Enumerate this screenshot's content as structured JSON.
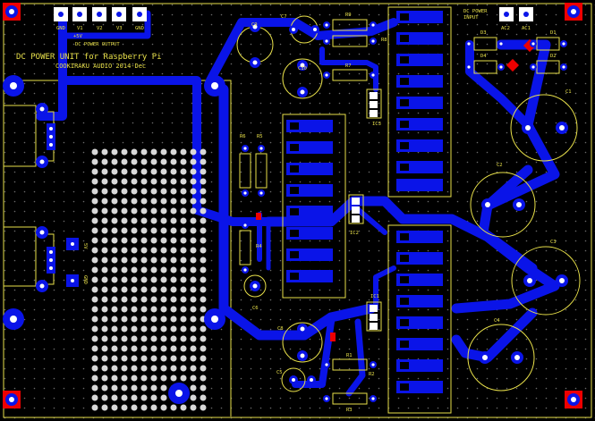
{
  "board": {
    "title": "DC POWER UNIT for Raspberry Pi",
    "subtitle": "COOKIRAKU AUDIO 2014-Dec"
  },
  "output": {
    "label": "DC POWER OUTPUT",
    "pins": [
      "GND",
      "V1",
      "V2",
      "V3",
      "GND"
    ],
    "voltage_label": "+5V"
  },
  "input": {
    "label_line1": "DC POWER",
    "label_line2": "INPUT",
    "pins": [
      "AC2",
      "AC1"
    ]
  },
  "components": {
    "c9": "C9",
    "c7": "C7",
    "c10": "C10",
    "c8": "C8",
    "c6": "C6",
    "c5": "C5",
    "c1": "C1",
    "c2": "C2",
    "c3": "C3",
    "c4": "C4",
    "r9": "R9",
    "r8": "R8",
    "r7": "R7",
    "r6": "R6",
    "r5": "R5",
    "r4": "R4",
    "r3": "R3",
    "r2": "R2",
    "r1": "R1",
    "d1": "D1",
    "d2": "D2",
    "d3": "D3",
    "d4": "D4",
    "ic1": "IC1",
    "ic2": "IC2",
    "ic3": "IC3",
    "sw": "5V",
    "gnd": "GND",
    "plus": "+"
  }
}
